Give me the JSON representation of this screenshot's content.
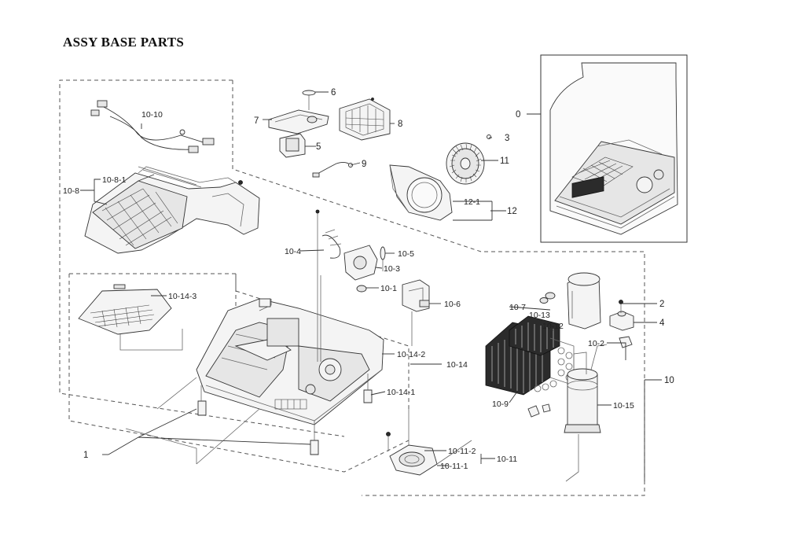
{
  "title": "ASSY BASE PARTS",
  "labels": {
    "p0": "0",
    "p1": "1",
    "p2": "2",
    "p3": "3",
    "p4": "4",
    "p5": "5",
    "p6": "6",
    "p7": "7",
    "p8": "8",
    "p9": "9",
    "p10": "10",
    "p10_1": "10-1",
    "p10_2": "10-2",
    "p10_3": "10-3",
    "p10_4": "10-4",
    "p10_5": "10-5",
    "p10_6": "10-6",
    "p10_7": "10-7",
    "p10_8": "10-8",
    "p10_8_1": "10-8-1",
    "p10_9": "10-9",
    "p10_10": "10-10",
    "p10_11": "10-11",
    "p10_11_1": "10-11-1",
    "p10_11_2": "10-11-2",
    "p10_12": "10-12",
    "p10_13": "10-13",
    "p10_14": "10-14",
    "p10_14_1": "10-14-1",
    "p10_14_2": "10-14-2",
    "p10_14_3": "10-14-3",
    "p10_15": "10-15",
    "p11": "11",
    "p12": "12",
    "p12_1": "12-1"
  }
}
